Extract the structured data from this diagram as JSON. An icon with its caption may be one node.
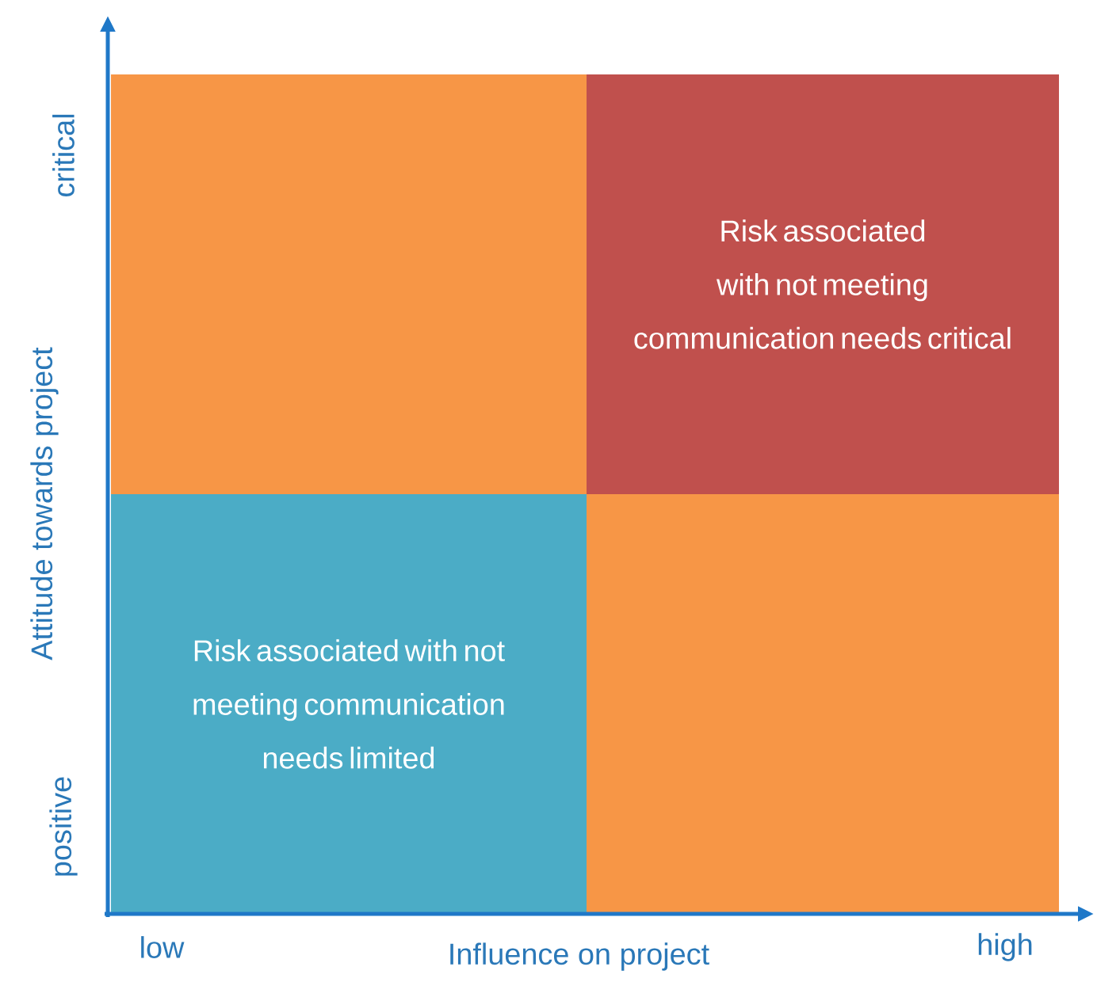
{
  "diagram": {
    "nodes": [
      {
        "text": [],
        "shape": "box"
      },
      {
        "text": [
          "Risk associated with not meeting communication needs critical"
        ]
      },
      {
        "text": [
          "Risk associated with not meeting communication needs limited"
        ]
      },
      {
        "text": [],
        "shape": "box"
      }
    ],
    "labels": [
      "critical",
      "Attitude towards project",
      "positive",
      "low",
      "Influence on project",
      "high"
    ]
  }
}
